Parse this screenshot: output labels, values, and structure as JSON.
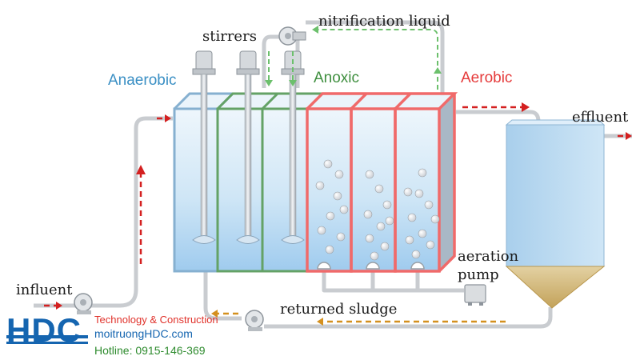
{
  "labels": {
    "nitrification_liquid": "nitrification liquid",
    "stirrers": "stirrers",
    "anaerobic": "Anaerobic",
    "anoxic": "Anoxic",
    "aerobic": "Aerobic",
    "effluent": "effluent",
    "aeration_pump_line1": "aeration",
    "aeration_pump_line2": "pump",
    "influent": "influent",
    "returned_sludge": "returned sludge"
  },
  "brand": {
    "logo_text": "HDC",
    "tagline": "Technology & Construction",
    "website": "moitruongHDC.com",
    "hotline": "Hotline: 0915-146-369"
  },
  "colors": {
    "anaerobic": "#3a8fc4",
    "anoxic": "#3f8f3f",
    "aerobic": "#e53b3b",
    "logo": "#1565b0",
    "hotline": "#2e8b2e",
    "return_flow": "#d4901e",
    "nitrification_flow": "#6cc06c",
    "main_flow": "#d42020"
  }
}
